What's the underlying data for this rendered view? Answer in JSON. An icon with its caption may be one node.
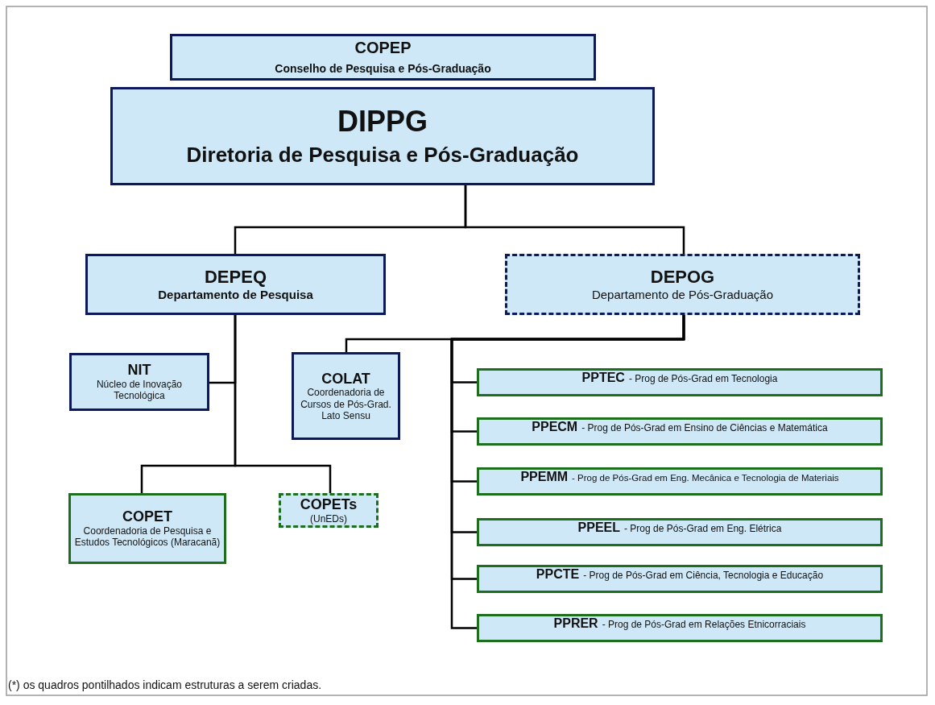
{
  "diagram": {
    "nodes": [
      {
        "text": [
          "COPEP",
          "Conselho de Pesquisa e Pós-Graduação"
        ]
      },
      {
        "text": [
          "DIPPG",
          "Diretoria de Pesquisa e Pós-Graduação"
        ]
      },
      {
        "text": [
          "DEPEQ",
          "Departamento de Pesquisa"
        ]
      },
      {
        "text": [
          "DEPOG",
          "Departamento de Pós-Graduação"
        ]
      },
      {
        "text": [
          "NIT",
          "Núcleo de Inovação Tecnológica"
        ]
      },
      {
        "text": [
          "COLAT",
          "Coordenadoria de Cursos de Pós-Grad. Lato Sensu"
        ]
      },
      {
        "text": [
          "PPTEC",
          "- Prog de Pós-Grad em Tecnologia"
        ]
      },
      {
        "text": [
          "PPECM",
          "- Prog de Pós-Grad em Ensino de Ciências e Matemática"
        ]
      },
      {
        "text": [
          "PPEMM",
          "- Prog de Pós-Grad em Eng. Mecânica e Tecnologia de Materiais"
        ]
      },
      {
        "text": [
          "PPEEL",
          "- Prog de Pós-Grad em Eng. Elétrica"
        ]
      },
      {
        "text": [
          "PPCTE",
          "- Prog de Pós-Grad em Ciência, Tecnologia e Educação"
        ]
      },
      {
        "text": [
          "PPRER",
          "- Prog de Pós-Grad em Relações Etnicorraciais"
        ]
      },
      {
        "text": [
          "COPET",
          "Coordenadoria de Pesquisa e Estudos Tecnológicos (Maracanã)"
        ]
      },
      {
        "text": [
          "COPETs",
          "(UnEDs)"
        ]
      }
    ],
    "edges": [
      {
        "from": 1,
        "to": 2,
        "arrow": "none"
      },
      {
        "from": 1,
        "to": 3,
        "arrow": "none"
      },
      {
        "from": 2,
        "to": 4,
        "arrow": "none"
      },
      {
        "from": 2,
        "to": 12,
        "arrow": "none"
      },
      {
        "from": 2,
        "to": 13,
        "arrow": "none"
      },
      {
        "from": 3,
        "to": 5,
        "arrow": "none"
      },
      {
        "from": 3,
        "to": 6,
        "arrow": "none"
      },
      {
        "from": 3,
        "to": 7,
        "arrow": "none"
      },
      {
        "from": 3,
        "to": 8,
        "arrow": "none"
      },
      {
        "from": 3,
        "to": 9,
        "arrow": "none"
      },
      {
        "from": 3,
        "to": 10,
        "arrow": "none"
      },
      {
        "from": 3,
        "to": 11,
        "arrow": "none"
      }
    ],
    "labels": [
      "(*) os quadros pontilhados indicam estruturas a serem criadas."
    ]
  }
}
